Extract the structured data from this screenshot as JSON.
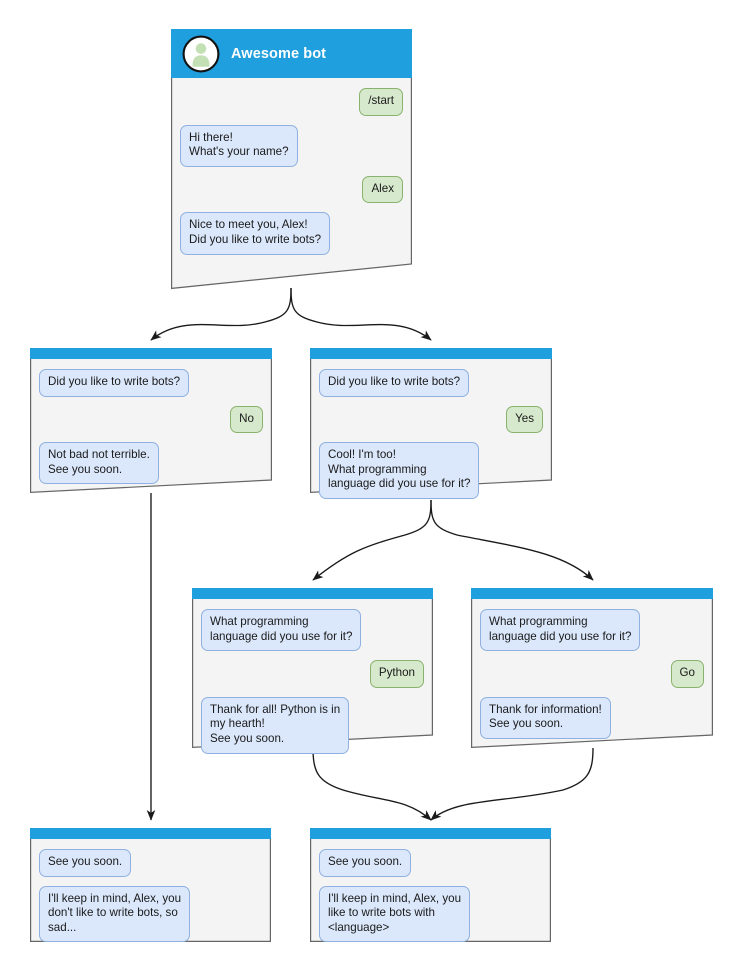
{
  "diagram": {
    "title": "Awesome bot conversation flow",
    "type": "flowchart",
    "colors": {
      "titlebar": "#1f9fdd",
      "node_background": "#f4f4f4",
      "node_border": "#666666",
      "bot_bubble_bg": "#dbe8fb",
      "bot_bubble_border": "#8fb0e0",
      "user_bubble_bg": "#d7e9cd",
      "user_bubble_border": "#89b36c",
      "edge": "#1a1a1a",
      "title_text": "#ffffff",
      "avatar_fill": "#c3e0b5"
    }
  },
  "nodes": {
    "root": {
      "header": {
        "title": "Awesome bot",
        "avatar": "person-avatar-icon"
      },
      "messages": [
        {
          "from": "user",
          "text": "/start"
        },
        {
          "from": "bot",
          "text": "Hi there!\nWhat's your name?"
        },
        {
          "from": "user",
          "text": "Alex"
        },
        {
          "from": "bot",
          "text": "Nice to meet you, Alex!\nDid you like to write bots?"
        }
      ]
    },
    "no_branch": {
      "messages": [
        {
          "from": "bot",
          "text": "Did you like to write bots?"
        },
        {
          "from": "user",
          "text": "No"
        },
        {
          "from": "bot",
          "text": "Not bad not terrible.\nSee you soon."
        }
      ]
    },
    "yes_branch": {
      "messages": [
        {
          "from": "bot",
          "text": "Did you like to write bots?"
        },
        {
          "from": "user",
          "text": "Yes"
        },
        {
          "from": "bot",
          "text": "Cool! I'm too!\nWhat programming\nlanguage did you use for it?"
        }
      ]
    },
    "python_branch": {
      "messages": [
        {
          "from": "bot",
          "text": "What programming\nlanguage did you use for it?"
        },
        {
          "from": "user",
          "text": "Python"
        },
        {
          "from": "bot",
          "text": "Thank for all! Python is in\nmy hearth!\nSee you soon."
        }
      ]
    },
    "go_branch": {
      "messages": [
        {
          "from": "bot",
          "text": "What programming\nlanguage did you use for it?"
        },
        {
          "from": "user",
          "text": "Go"
        },
        {
          "from": "bot",
          "text": "Thank for information!\nSee you soon."
        }
      ]
    },
    "end_left": {
      "messages": [
        {
          "from": "bot",
          "text": "See you soon."
        },
        {
          "from": "bot",
          "text": "I'll keep in mind, Alex, you\ndon't like to write bots, so\nsad..."
        }
      ]
    },
    "end_right": {
      "messages": [
        {
          "from": "bot",
          "text": "See you soon."
        },
        {
          "from": "bot",
          "text": "I'll keep in mind, Alex, you\nlike to write bots with\n<language>"
        }
      ]
    }
  },
  "edges": [
    {
      "from": "root",
      "to": "no_branch"
    },
    {
      "from": "root",
      "to": "yes_branch"
    },
    {
      "from": "no_branch",
      "to": "end_left"
    },
    {
      "from": "yes_branch",
      "to": "python_branch"
    },
    {
      "from": "yes_branch",
      "to": "go_branch"
    },
    {
      "from": "python_branch",
      "to": "end_right"
    },
    {
      "from": "go_branch",
      "to": "end_right"
    }
  ]
}
